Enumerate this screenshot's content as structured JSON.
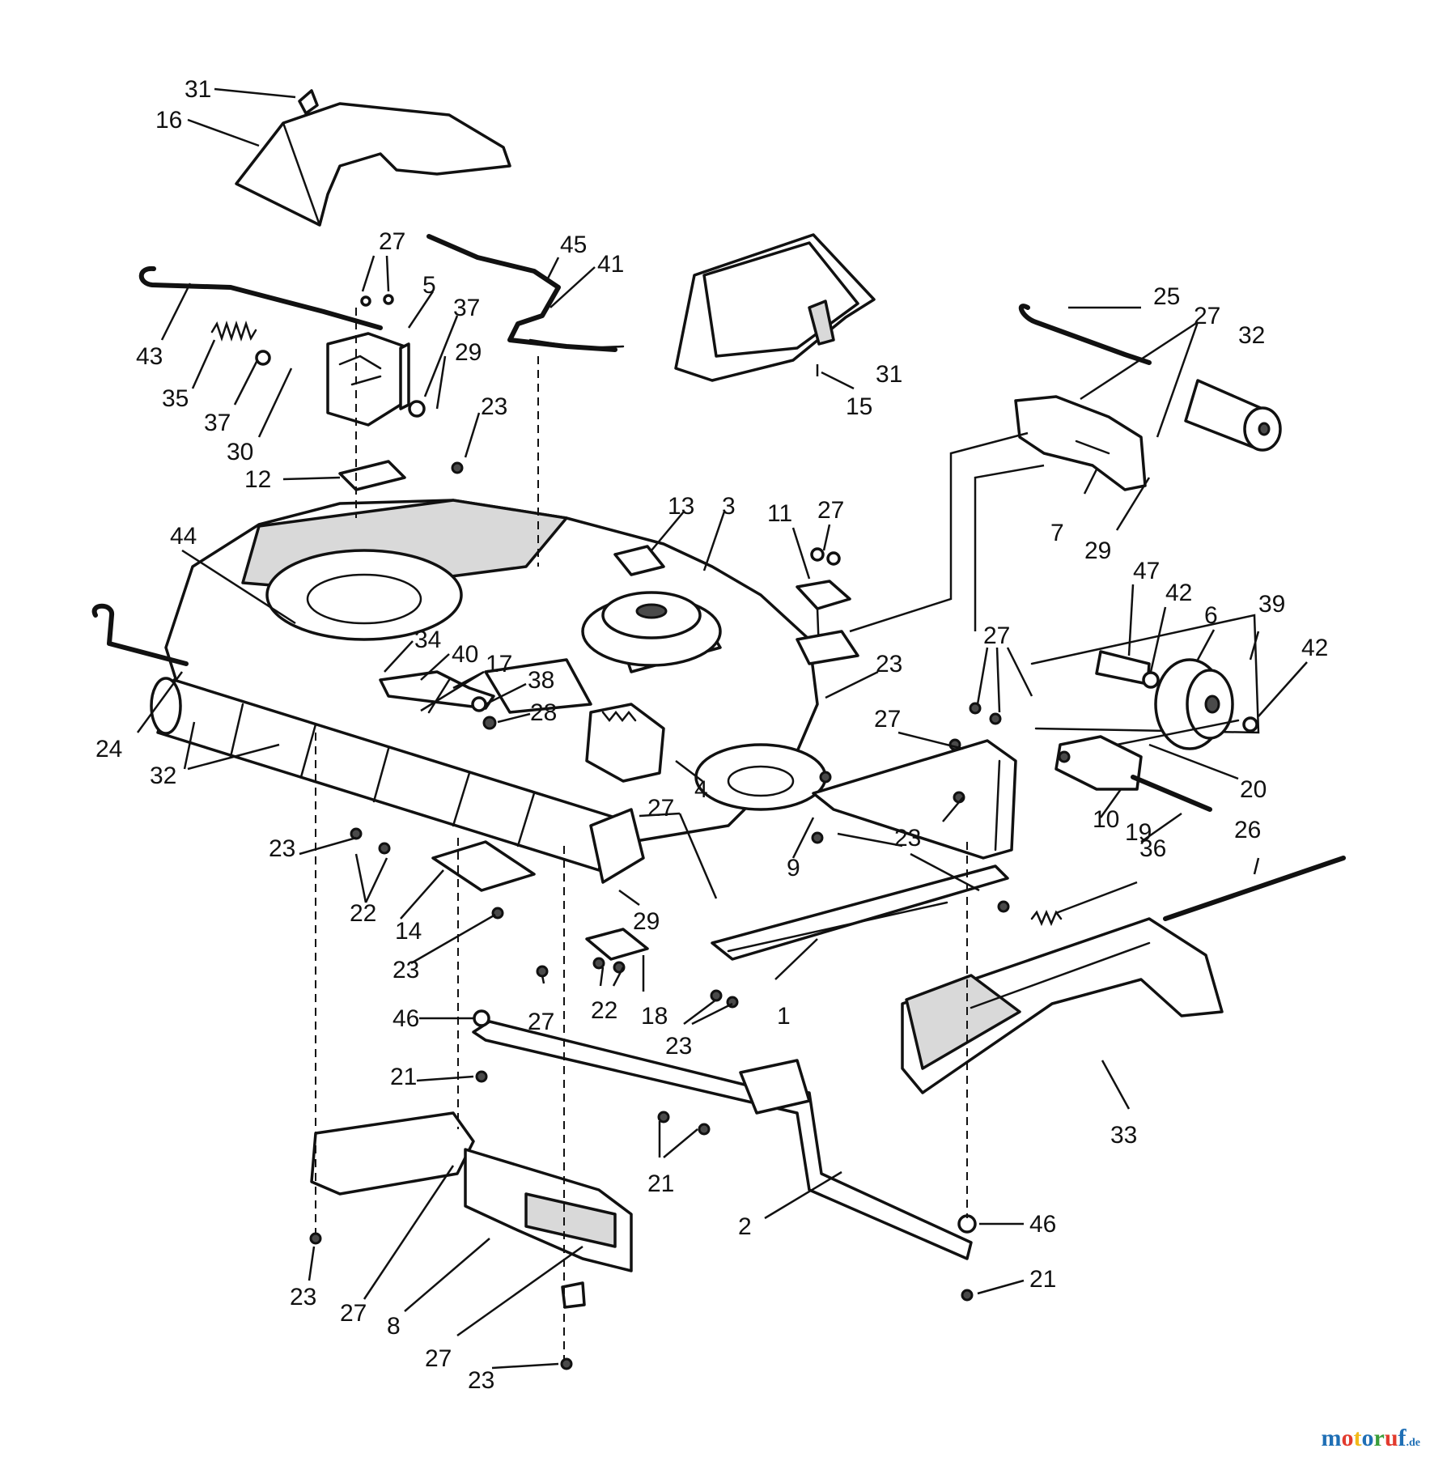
{
  "colors": {
    "line": "#111111",
    "paper": "#ffffff",
    "shade": "#d9d9d9"
  },
  "watermark": {
    "text": "motoruf",
    "suffix": ".de",
    "letter_colors": [
      "#1f6fb5",
      "#e23b2e",
      "#f2b91a",
      "#1f6fb5",
      "#3a9d3a",
      "#e23b2e",
      "#1f6fb5"
    ]
  },
  "callouts": [
    {
      "id": "c31a",
      "label": "31"
    },
    {
      "id": "c16",
      "label": "16"
    },
    {
      "id": "c27a",
      "label": "27"
    },
    {
      "id": "c45",
      "label": "45"
    },
    {
      "id": "c41",
      "label": "41"
    },
    {
      "id": "c5",
      "label": "5"
    },
    {
      "id": "c37a",
      "label": "37"
    },
    {
      "id": "c29a",
      "label": "29"
    },
    {
      "id": "c43",
      "label": "43"
    },
    {
      "id": "c35",
      "label": "35"
    },
    {
      "id": "c37b",
      "label": "37"
    },
    {
      "id": "c30",
      "label": "30"
    },
    {
      "id": "c23a",
      "label": "23"
    },
    {
      "id": "c12",
      "label": "12"
    },
    {
      "id": "c31b",
      "label": "31"
    },
    {
      "id": "c15",
      "label": "15"
    },
    {
      "id": "c25",
      "label": "25"
    },
    {
      "id": "c27b",
      "label": "27"
    },
    {
      "id": "c32a",
      "label": "32"
    },
    {
      "id": "c7",
      "label": "7"
    },
    {
      "id": "c29b",
      "label": "29"
    },
    {
      "id": "c13",
      "label": "13"
    },
    {
      "id": "c3",
      "label": "3"
    },
    {
      "id": "c11",
      "label": "11"
    },
    {
      "id": "c27c",
      "label": "27"
    },
    {
      "id": "c44",
      "label": "44"
    },
    {
      "id": "c47",
      "label": "47"
    },
    {
      "id": "c42a",
      "label": "42"
    },
    {
      "id": "c6",
      "label": "6"
    },
    {
      "id": "c39",
      "label": "39"
    },
    {
      "id": "c42b",
      "label": "42"
    },
    {
      "id": "c34",
      "label": "34"
    },
    {
      "id": "c40",
      "label": "40"
    },
    {
      "id": "c17",
      "label": "17"
    },
    {
      "id": "c38",
      "label": "38"
    },
    {
      "id": "c28",
      "label": "28"
    },
    {
      "id": "c23b",
      "label": "23"
    },
    {
      "id": "c27d",
      "label": "27"
    },
    {
      "id": "c24",
      "label": "24"
    },
    {
      "id": "c32b",
      "label": "32"
    },
    {
      "id": "c27e",
      "label": "27"
    },
    {
      "id": "c20",
      "label": "20"
    },
    {
      "id": "c4",
      "label": "4"
    },
    {
      "id": "c10",
      "label": "10"
    },
    {
      "id": "c19",
      "label": "19"
    },
    {
      "id": "c9",
      "label": "9"
    },
    {
      "id": "c27f",
      "label": "27"
    },
    {
      "id": "c23c",
      "label": "23"
    },
    {
      "id": "c26",
      "label": "26"
    },
    {
      "id": "c36",
      "label": "36"
    },
    {
      "id": "c23d",
      "label": "23"
    },
    {
      "id": "c22a",
      "label": "22"
    },
    {
      "id": "c14",
      "label": "14"
    },
    {
      "id": "c29c",
      "label": "29"
    },
    {
      "id": "c23e",
      "label": "23"
    },
    {
      "id": "c27g",
      "label": "27"
    },
    {
      "id": "c22b",
      "label": "22"
    },
    {
      "id": "c18",
      "label": "18"
    },
    {
      "id": "c1",
      "label": "1"
    },
    {
      "id": "c23f",
      "label": "23"
    },
    {
      "id": "c46a",
      "label": "46"
    },
    {
      "id": "c21a",
      "label": "21"
    },
    {
      "id": "c33",
      "label": "33"
    },
    {
      "id": "c21b",
      "label": "21"
    },
    {
      "id": "c2",
      "label": "2"
    },
    {
      "id": "c46b",
      "label": "46"
    },
    {
      "id": "c21c",
      "label": "21"
    },
    {
      "id": "c23g",
      "label": "23"
    },
    {
      "id": "c27h",
      "label": "27"
    },
    {
      "id": "c8",
      "label": "8"
    },
    {
      "id": "c27i",
      "label": "27"
    },
    {
      "id": "c23h",
      "label": "23"
    }
  ]
}
